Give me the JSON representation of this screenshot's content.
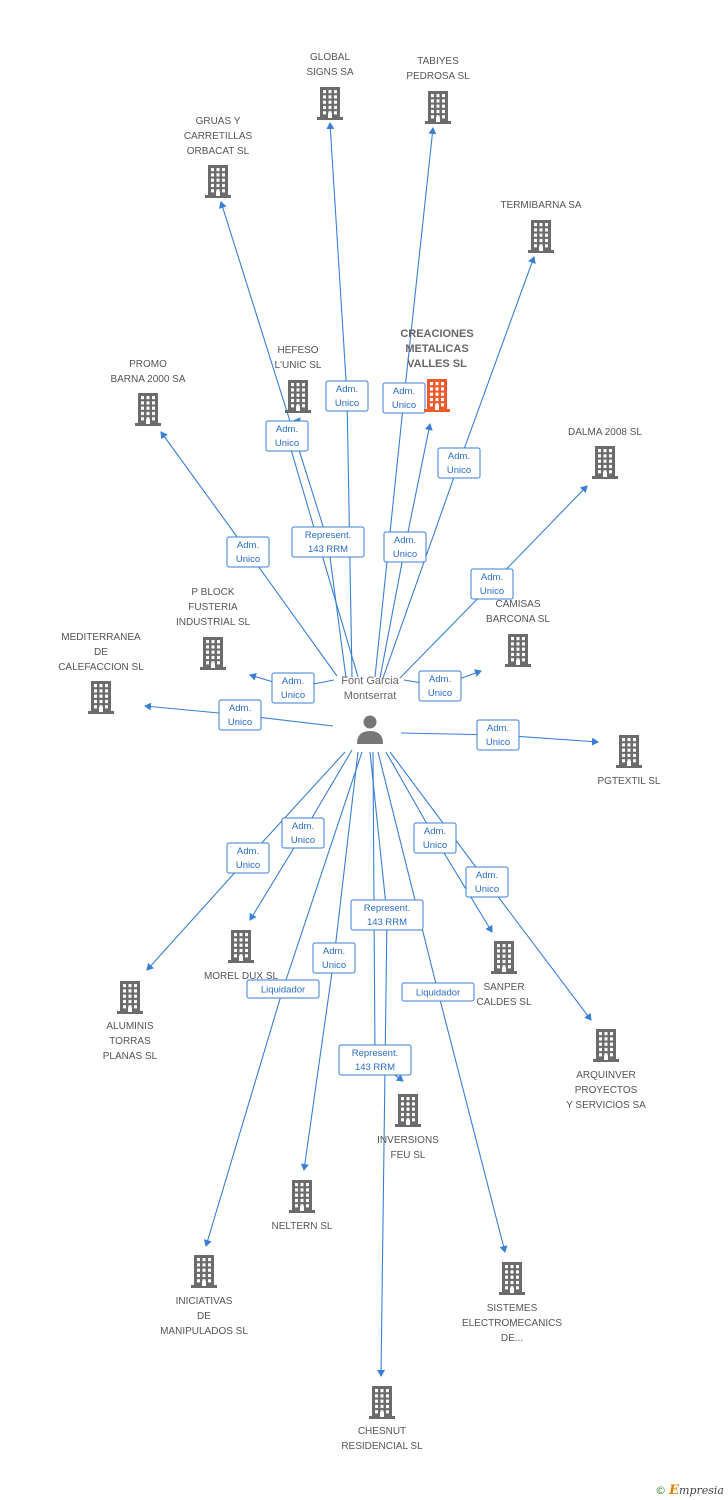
{
  "colors": {
    "edge": "#3a7fd5",
    "building": "#6b6b6b",
    "highlight": "#f0592a",
    "person": "#777777"
  },
  "footer": {
    "copyright": "©",
    "brand_initial": "E",
    "brand_rest": "mpresia"
  },
  "center": {
    "name": [
      "Font Garcia",
      "Montserrat"
    ],
    "icon": "person-icon"
  },
  "companies": [
    {
      "id": "global",
      "label": [
        "GLOBAL",
        "SIGNS SA"
      ]
    },
    {
      "id": "tabiyes",
      "label": [
        "TABIYES",
        "PEDROSA SL"
      ]
    },
    {
      "id": "gruas",
      "label": [
        "GRUAS Y",
        "CARRETILLAS",
        "ORBACAT SL"
      ]
    },
    {
      "id": "termibarna",
      "label": [
        "TERMIBARNA SA"
      ]
    },
    {
      "id": "creaciones",
      "label": [
        "CREACIONES",
        "METALICAS",
        "VALLES SL"
      ],
      "highlight": true
    },
    {
      "id": "hefeso",
      "label": [
        "HEFESO",
        "L'UNIC SL"
      ]
    },
    {
      "id": "promo",
      "label": [
        "PROMO",
        "BARNA 2000 SA"
      ]
    },
    {
      "id": "dalma",
      "label": [
        "DALMA 2008 SL"
      ]
    },
    {
      "id": "pblock",
      "label": [
        "P BLOCK",
        "FUSTERIA",
        "INDUSTRIAL SL"
      ]
    },
    {
      "id": "camisas",
      "label": [
        "CAMISAS",
        "BARCONA SL"
      ]
    },
    {
      "id": "mediterranea",
      "label": [
        "MEDITERRANEA",
        "DE",
        "CALEFACCION SL"
      ]
    },
    {
      "id": "pgtextil",
      "label": [
        "PGTEXTIL SL"
      ]
    },
    {
      "id": "morel",
      "label": [
        "MOREL DUX SL"
      ]
    },
    {
      "id": "aluminis",
      "label": [
        "ALUMINIS",
        "TORRAS",
        "PLANAS SL"
      ]
    },
    {
      "id": "sanper",
      "label": [
        "SANPER",
        "CALDES SL"
      ]
    },
    {
      "id": "arquinver",
      "label": [
        "ARQUINVER",
        "PROYECTOS",
        "Y SERVICIOS SA"
      ]
    },
    {
      "id": "inversions",
      "label": [
        "INVERSIONS",
        "FEU SL"
      ]
    },
    {
      "id": "neltern",
      "label": [
        "NELTERN SL"
      ]
    },
    {
      "id": "iniciativas",
      "label": [
        "INICIATIVAS",
        "DE",
        "MANIPULADOS SL"
      ]
    },
    {
      "id": "sistemes",
      "label": [
        "SISTEMES",
        "ELECTROMECANICS",
        "DE..."
      ]
    },
    {
      "id": "chesnut",
      "label": [
        "CHESNUT",
        "RESIDENCIAL SL"
      ]
    }
  ],
  "relations": [
    {
      "target": "global",
      "label": [
        "Adm.",
        "Unico"
      ]
    },
    {
      "target": "tabiyes",
      "label": [
        "Adm.",
        "Unico"
      ]
    },
    {
      "target": "gruas",
      "label": [
        "Represent.",
        "143 RRM"
      ]
    },
    {
      "target": "termibarna",
      "label": [
        "Adm.",
        "Unico"
      ]
    },
    {
      "target": "creaciones",
      "label": [
        "Adm.",
        "Unico"
      ]
    },
    {
      "target": "hefeso",
      "label": [
        "Adm.",
        "Unico"
      ]
    },
    {
      "target": "promo",
      "label": [
        "Adm.",
        "Unico"
      ]
    },
    {
      "target": "dalma",
      "label": [
        "Adm.",
        "Unico"
      ]
    },
    {
      "target": "pblock",
      "label": [
        "Adm.",
        "Unico"
      ]
    },
    {
      "target": "camisas",
      "label": [
        "Adm.",
        "Unico"
      ]
    },
    {
      "target": "mediterranea",
      "label": [
        "Adm.",
        "Unico"
      ]
    },
    {
      "target": "pgtextil",
      "label": [
        "Adm.",
        "Unico"
      ]
    },
    {
      "target": "morel",
      "label": [
        "Adm.",
        "Unico"
      ]
    },
    {
      "target": "aluminis",
      "label": [
        "Adm.",
        "Unico"
      ]
    },
    {
      "target": "sanper",
      "label": [
        "Adm.",
        "Unico"
      ]
    },
    {
      "target": "arquinver",
      "label": [
        "Adm.",
        "Unico"
      ]
    },
    {
      "target": "inversions",
      "label": [
        "Represent.",
        "143 RRM"
      ]
    },
    {
      "target": "neltern",
      "label": [
        "Adm.",
        "Unico"
      ]
    },
    {
      "target": "iniciativas",
      "label": [
        "Liquidador"
      ]
    },
    {
      "target": "sistemes",
      "label": [
        "Liquidador"
      ]
    },
    {
      "target": "chesnut",
      "label": [
        "Represent.",
        "143 RRM"
      ]
    }
  ]
}
